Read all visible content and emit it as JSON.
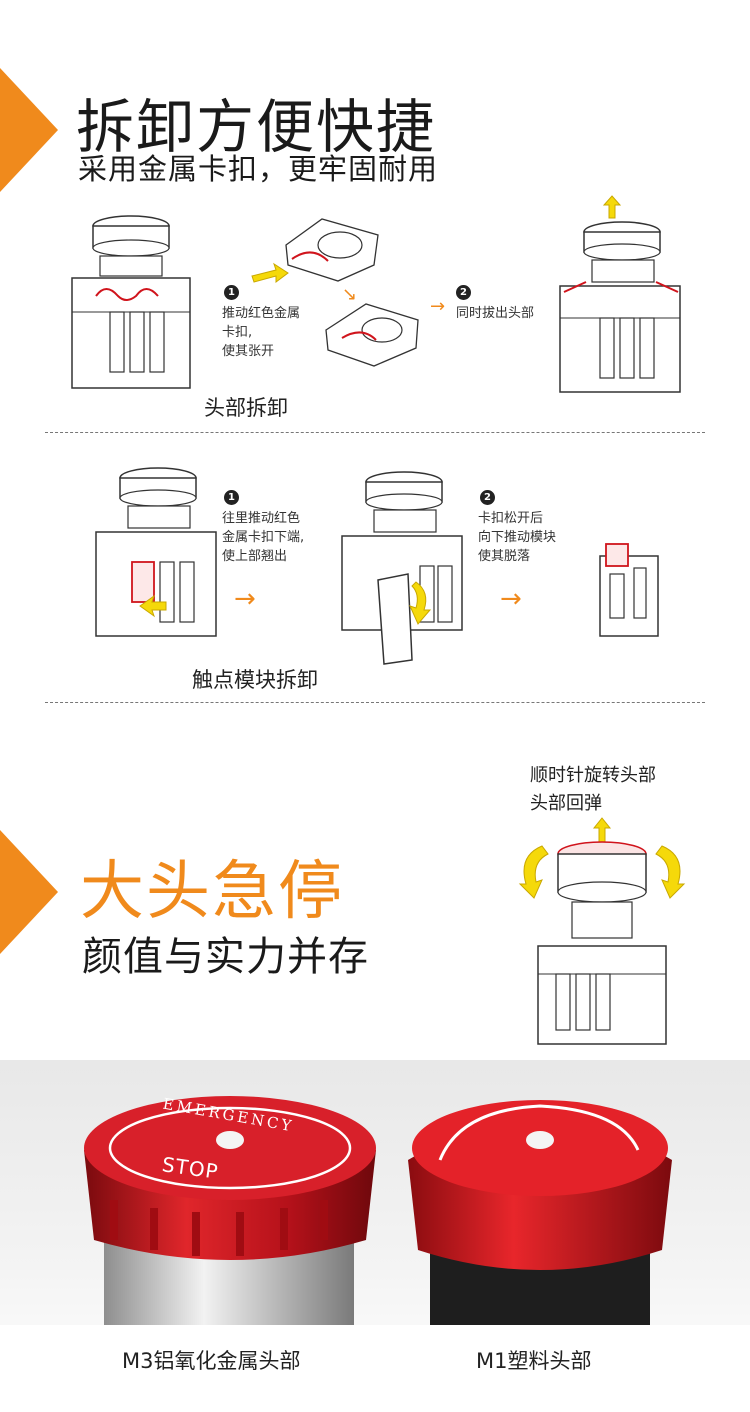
{
  "section1": {
    "title": "拆卸方便快捷",
    "subtitle": "采用金属卡扣，更牢固耐用"
  },
  "head_removal": {
    "step1_num": "1",
    "step1_lines": [
      "推动红色金属",
      "卡扣,",
      "使其张开"
    ],
    "step2_num": "2",
    "step2_text": "同时拔出头部",
    "caption": "头部拆卸"
  },
  "module_removal": {
    "step1_num": "1",
    "step1_lines": [
      "往里推动红色",
      "金属卡扣下端,",
      "使上部翘出"
    ],
    "step2_num": "2",
    "step2_lines": [
      "卡扣松开后",
      "向下推动模块",
      "使其脱落"
    ],
    "caption": "触点模块拆卸"
  },
  "section2": {
    "title": "大头急停",
    "subtitle": "颜值与实力并存",
    "rotate_note_lines": [
      "顺时针旋转头部",
      "头部回弹"
    ]
  },
  "products": {
    "left_caption": "M3铝氧化金属头部",
    "right_caption": "M1塑料头部",
    "emergency_ring_text": "EMERGENCY",
    "stop_text": "STOP"
  },
  "colors": {
    "accent_orange": "#f08a1c",
    "button_red": "#d0141c",
    "arrow_yellow": "#f5d90a"
  }
}
